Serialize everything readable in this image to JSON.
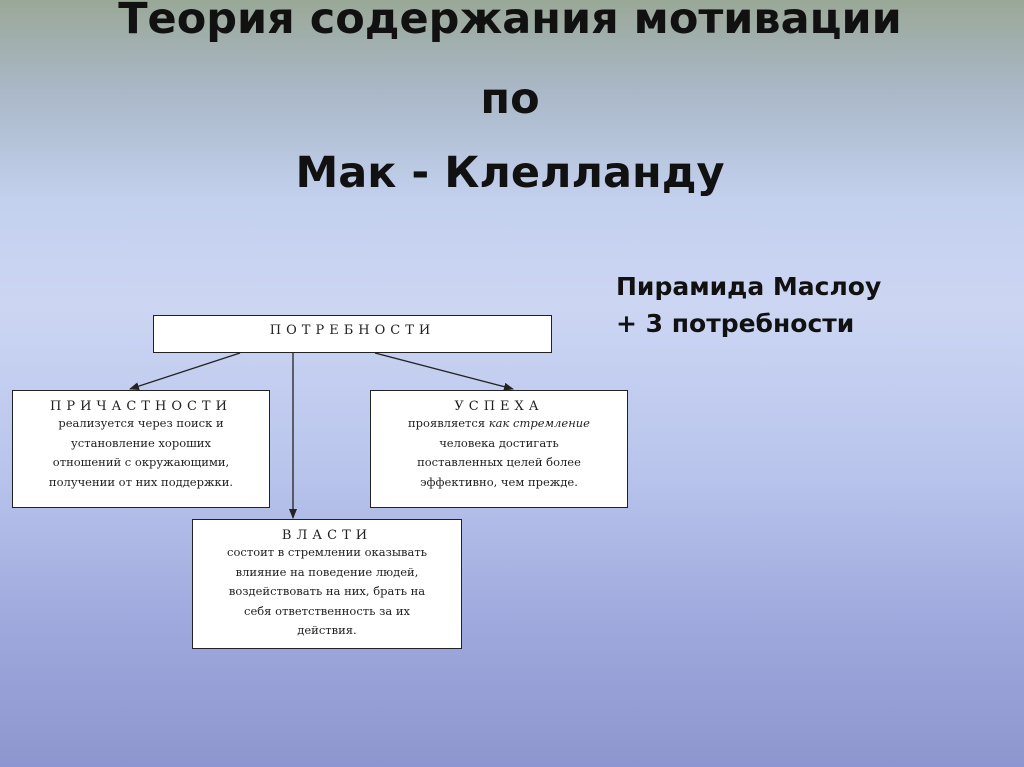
{
  "title": {
    "line1": "Теория содержания мотивации",
    "line2": "по",
    "line3": "Мак - Клелланду"
  },
  "note": {
    "line1": "Пирамида Маслоу",
    "line2": "+ 3 потребности"
  },
  "diagram": {
    "root": "ПОТРЕБНОСТИ",
    "affiliation": {
      "head": "ПРИЧАСТНОСТИ",
      "lines": [
        "реализуется через поиск и",
        "установление хороших",
        "отношений с окружающими,",
        "получении от них поддержки."
      ]
    },
    "achievement": {
      "head": "УСПЕХА",
      "line1_pre": "проявляется",
      "line1_em": "как стремление",
      "lines": [
        "человека достигать",
        "поставленных целей более",
        "эффективно, чем прежде."
      ]
    },
    "power": {
      "head": "ВЛАСТИ",
      "lines": [
        "состоит в стремлении оказывать",
        "влияние на поведение людей,",
        "воздействовать на них, брать на",
        "себя ответственность за их",
        "действия."
      ]
    }
  }
}
